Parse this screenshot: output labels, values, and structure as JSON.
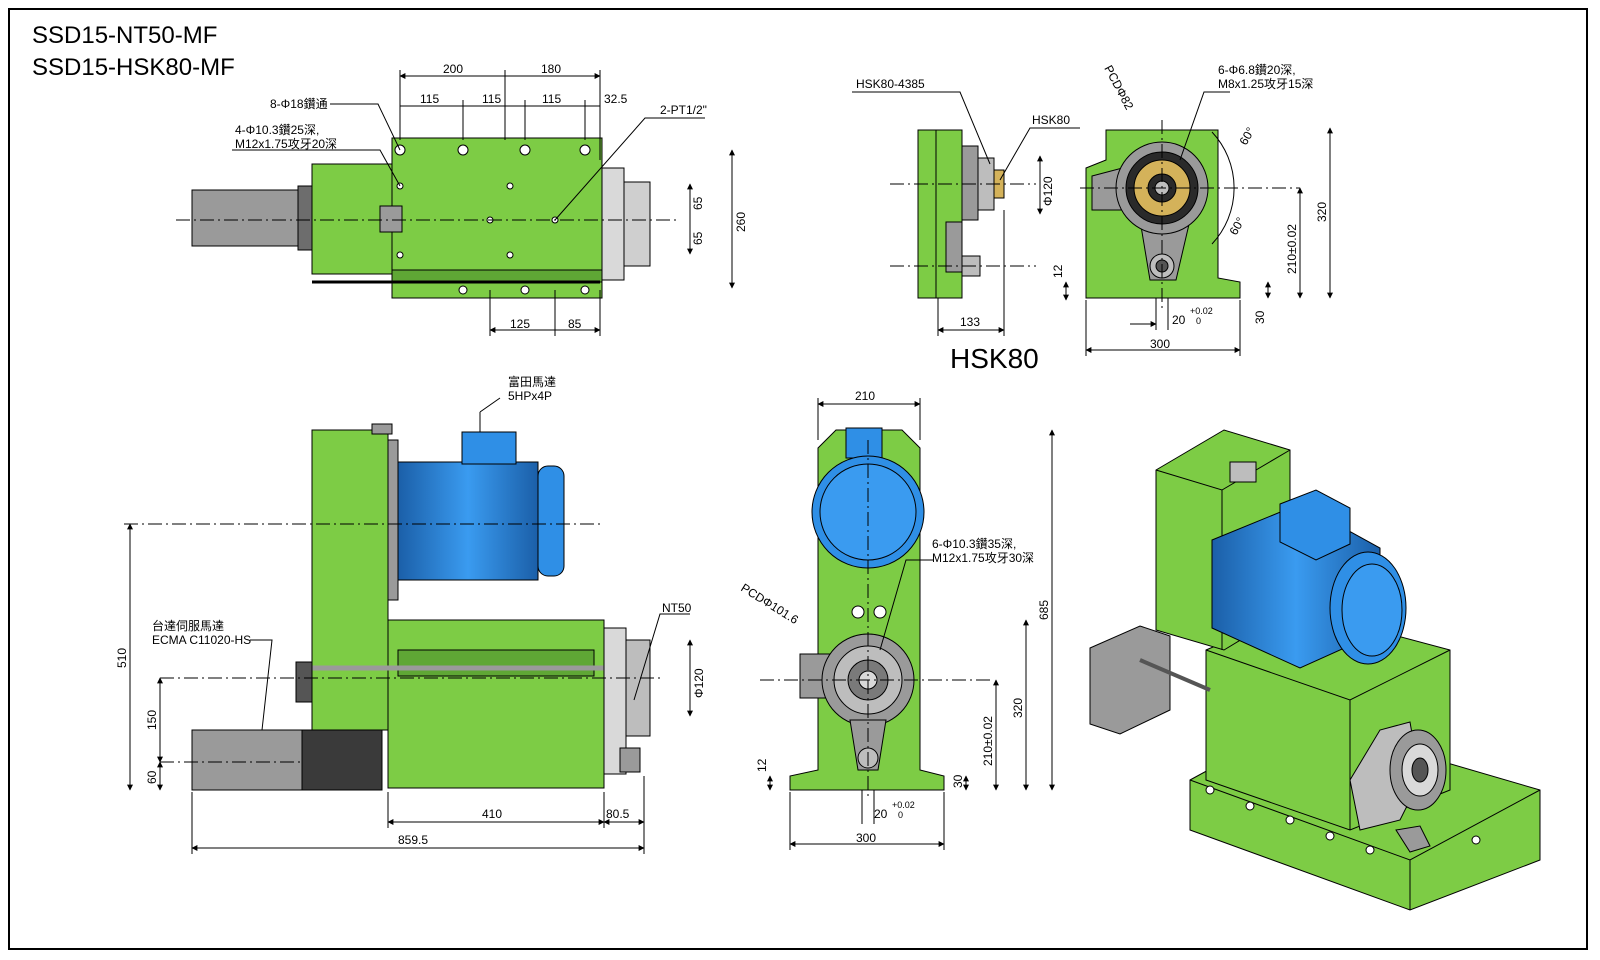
{
  "titles": [
    "SSD15-NT50-MF",
    "SSD15-HSK80-MF"
  ],
  "colors": {
    "body_green": "#7dcc45",
    "dark_green": "#4c8a2a",
    "motor_blue": "#2f8fe6",
    "grey": "#9a9a9a",
    "line": "#000000"
  },
  "top_view": {
    "dims": {
      "d200": "200",
      "d180": "180",
      "d115a": "115",
      "d115b": "115",
      "d115c": "115",
      "d32": "32.5",
      "d260": "260",
      "d65a": "65",
      "d65b": "65",
      "d125": "125",
      "d85": "85"
    },
    "notes": {
      "holes8": "8-Φ18鑽通",
      "holes4a": "4-Φ10.3鑽25深,",
      "holes4b": "M12x1.75攻牙20深",
      "pt": "2-PT1/2\""
    }
  },
  "hsk_side": {
    "labels": {
      "hsk4385": "HSK80-4385",
      "hsk80": "HSK80",
      "dia120": "Φ120",
      "d133": "133",
      "d12": "12",
      "caption": "HSK80"
    }
  },
  "hsk_front": {
    "labels": {
      "pcd82": "PCDΦ82",
      "holes6a": "6-Φ6.8鑽20深,",
      "holes6b": "M8x1.25攻牙15深",
      "a60a": "60°",
      "a60b": "60°",
      "d210": "210±0.02",
      "d320": "320",
      "d30": "30",
      "d20": "20",
      "tol_up": "+0.02",
      "tol_dn": "0",
      "d300": "300"
    }
  },
  "side_view": {
    "labels": {
      "motor_a": "富田馬達",
      "motor_b": "5HPx4P",
      "servo_a": "台達伺服馬達",
      "servo_b": "ECMA C11020-HS",
      "nt50": "NT50",
      "dia120": "Φ120",
      "d510": "510",
      "d150": "150",
      "d60": "60",
      "d410": "410",
      "d80": "80.5",
      "d859": "859.5"
    }
  },
  "front_view": {
    "labels": {
      "d210": "210",
      "holes6a": "6-Φ10.3鑽35深,",
      "holes6b": "M12x1.75攻牙30深",
      "pcd": "PCDΦ101.6",
      "d685": "685",
      "d320": "320",
      "d210t": "210±0.02",
      "d12": "12",
      "d30": "30",
      "d20": "20",
      "tol_up": "+0.02",
      "tol_dn": "0",
      "d300": "300"
    }
  }
}
